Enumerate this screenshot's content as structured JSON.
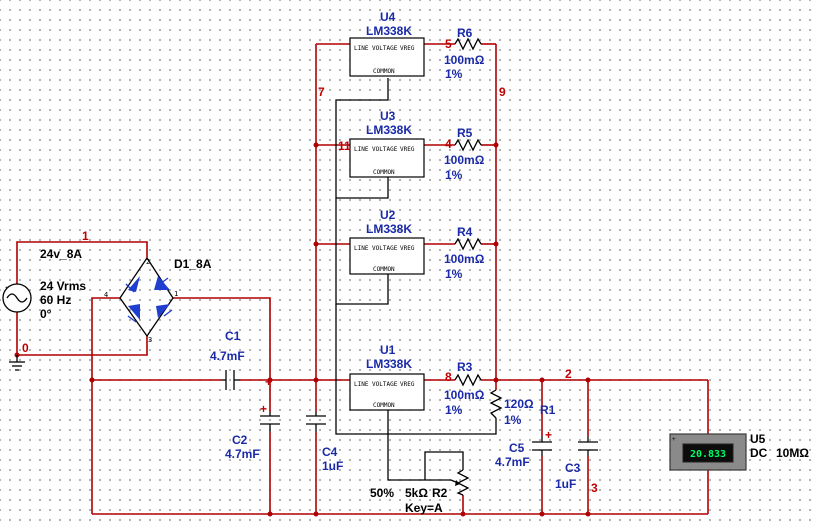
{
  "source": {
    "name": "24v_8A",
    "voltage": "24 Vrms",
    "freq": "60 Hz",
    "phase": "0°"
  },
  "bridge": {
    "name": "D1_8A",
    "pins": [
      "1",
      "2",
      "3",
      "4"
    ]
  },
  "regulators": [
    {
      "ref": "U4",
      "part": "LM338K"
    },
    {
      "ref": "U3",
      "part": "LM338K"
    },
    {
      "ref": "U2",
      "part": "LM338K"
    },
    {
      "ref": "U1",
      "part": "LM338K"
    }
  ],
  "reg_pins": {
    "in": "LINE VOLTAGE",
    "out": "VREG",
    "adj": "COMMON"
  },
  "resistors": [
    {
      "ref": "R6",
      "value": "100mΩ",
      "tol": "1%"
    },
    {
      "ref": "R5",
      "value": "100mΩ",
      "tol": "1%"
    },
    {
      "ref": "R4",
      "value": "100mΩ",
      "tol": "1%"
    },
    {
      "ref": "R3",
      "value": "100mΩ",
      "tol": "1%"
    }
  ],
  "r1": {
    "ref": "R1",
    "value": "120Ω",
    "tol": "1%"
  },
  "r2": {
    "ref": "R2",
    "value": "5kΩ",
    "percent": "50%",
    "key": "Key=A"
  },
  "caps": {
    "c1": {
      "ref": "C1",
      "value": "4.7mF"
    },
    "c2": {
      "ref": "C2",
      "value": "4.7mF"
    },
    "c3": {
      "ref": "C3",
      "value": "1uF"
    },
    "c4": {
      "ref": "C4",
      "value": "1uF"
    },
    "c5": {
      "ref": "C5",
      "value": "4.7mF"
    }
  },
  "meter": {
    "ref": "U5",
    "reading": "20.833",
    "mode": "DC",
    "impedance": "10MΩ"
  },
  "nets": {
    "n0": "0",
    "n1": "1",
    "n2": "2",
    "n3": "3",
    "n4": "4",
    "n5": "5",
    "n7": "7",
    "n8": "8",
    "n9": "9",
    "n11": "11"
  },
  "polarity": "+",
  "colors": {
    "wire": "#b00000",
    "label": "#1a2aa8",
    "component": "#000000",
    "diode": "#1f3fd0",
    "meter_display": "#00ff66"
  }
}
